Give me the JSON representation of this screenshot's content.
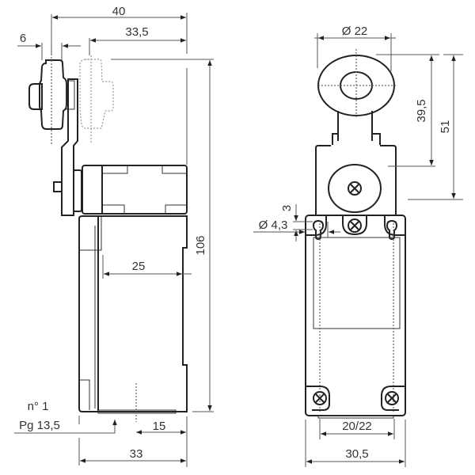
{
  "title": "Limit switch with roller lever - dimensional drawing",
  "side_view": {
    "dim_overall_width_top": "40",
    "dim_roller_width": "6",
    "dim_roller_offset": "33,5",
    "dim_height": "106",
    "dim_body_inner": "25",
    "dim_cable_entry_offset": "15",
    "dim_body_width": "33",
    "cable_entry_label_1": "n° 1",
    "cable_entry_label_2": "Pg 13,5"
  },
  "front_view": {
    "dim_roller_diameter": "Ø 22",
    "dim_roller_axis_height": "39,5",
    "dim_actuator_height": "51",
    "dim_slot": "3",
    "dim_hole_diameter": "Ø 4,3",
    "dim_mounting_spacing": "20/22",
    "dim_body_width": "30,5"
  }
}
